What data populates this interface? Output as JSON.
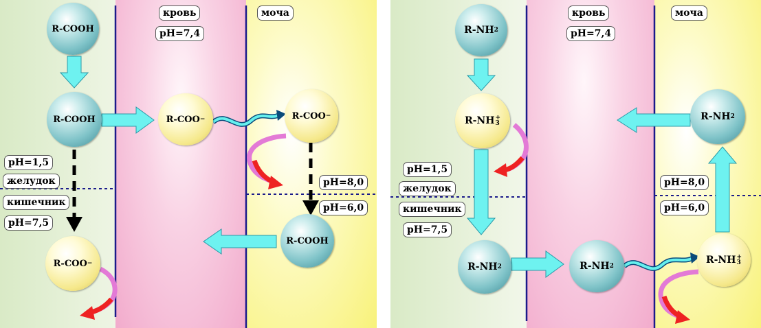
{
  "left": {
    "blood_label": "кровь",
    "blood_ph": "pH=7,4",
    "urine_label": "моча",
    "stomach_ph": "pH=1,5",
    "stomach_label": "желудок",
    "intestine_label": "кишечник",
    "intestine_ph": "pH=7,5",
    "urine_ph_alkaline": "pH=8,0",
    "urine_ph_acidic": "pH=6,0",
    "acid_neutral": "R-COOH",
    "acid_anion_base": "R-COO",
    "anion_charge": "−"
  },
  "right": {
    "blood_label": "кровь",
    "blood_ph": "pH=7,4",
    "urine_label": "моча",
    "stomach_ph": "pH=1,5",
    "stomach_label": "желудок",
    "intestine_label": "кишечник",
    "intestine_ph": "pH=7,5",
    "urine_ph_alkaline": "pH=8,0",
    "urine_ph_acidic": "pH=6,0",
    "amine_base": "R-NH",
    "amine_sub": "2",
    "ammonium_base": "R-NH",
    "ammonium_charge": "+",
    "ammonium_sub": "3"
  },
  "colors": {
    "gut_zone": "#e3efd2",
    "blood_zone": "#f5b8d4",
    "urine_zone": "#fbf78e",
    "membrane": "#1a1a8a",
    "cyan_arrow": "#66f0ee",
    "red_arrow": "#ee2222",
    "pink_arrow": "#e37ad6"
  },
  "icons": [
    "cyan-block-arrow-icon",
    "wavy-arrow-icon",
    "curved-arrow-icon",
    "dashed-arrow-icon"
  ]
}
